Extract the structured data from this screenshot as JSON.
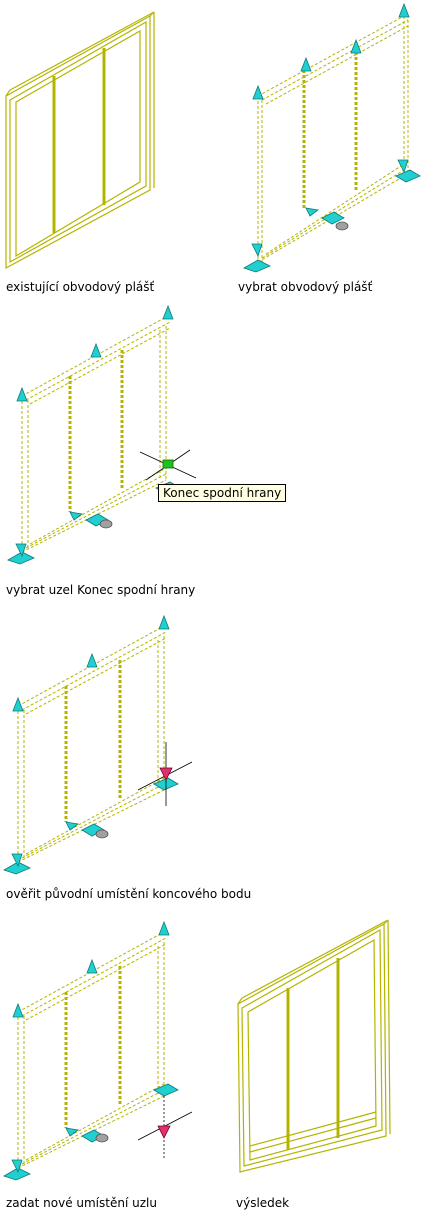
{
  "panels": [
    {
      "id": "existing",
      "caption": "existující obvodový plášť"
    },
    {
      "id": "select",
      "caption": "vybrat obvodový plášť"
    },
    {
      "id": "select-node",
      "caption": "vybrat uzel Konec spodní hrany",
      "tooltip": "Konec spodní hrany"
    },
    {
      "id": "verify",
      "caption": "ověřit původní umístění koncového bodu"
    },
    {
      "id": "specify",
      "caption": "zadat nové umístění uzlu"
    },
    {
      "id": "result",
      "caption": "výsledek"
    }
  ],
  "colors": {
    "frame": "#b4b400",
    "frame_dark": "#7d7d00",
    "grip": "#20d0d0",
    "grip_dark": "#107878",
    "selected_grip": "#20c020",
    "marker": "#e03070",
    "hover_grip": "#a0a0a0"
  }
}
